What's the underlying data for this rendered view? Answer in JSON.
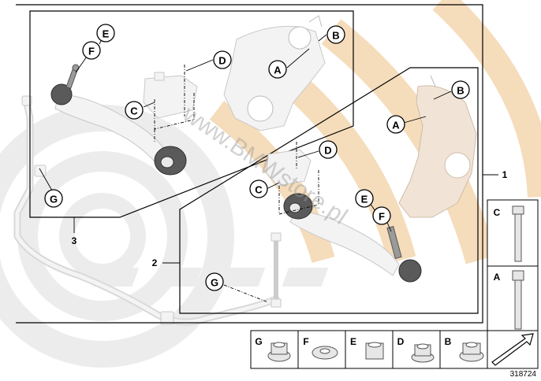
{
  "diagram": {
    "watermark": "www.BMWstore.pl",
    "reference_number": "318724",
    "colors": {
      "accent_orange": "#f3d9b5",
      "ring_gray": "#e8e8e8",
      "line": "#000000"
    },
    "assembly_numbers": [
      {
        "id": "num-1",
        "label": "1"
      },
      {
        "id": "num-2",
        "label": "2"
      },
      {
        "id": "num-3",
        "label": "3"
      }
    ],
    "callouts_top": [
      {
        "id": "top-E",
        "label": "E"
      },
      {
        "id": "top-F",
        "label": "F"
      },
      {
        "id": "top-D",
        "label": "D"
      },
      {
        "id": "top-C",
        "label": "C"
      },
      {
        "id": "top-A",
        "label": "A"
      },
      {
        "id": "top-B",
        "label": "B"
      },
      {
        "id": "top-G",
        "label": "G"
      }
    ],
    "callouts_mid": [
      {
        "id": "mid-B",
        "label": "B"
      },
      {
        "id": "mid-A",
        "label": "A"
      },
      {
        "id": "mid-D",
        "label": "D"
      },
      {
        "id": "mid-C",
        "label": "C"
      },
      {
        "id": "mid-E",
        "label": "E"
      },
      {
        "id": "mid-F",
        "label": "F"
      },
      {
        "id": "mid-G",
        "label": "G"
      }
    ],
    "bolt_legend": [
      {
        "id": "bolt-C",
        "label": "C"
      },
      {
        "id": "bolt-A",
        "label": "A"
      }
    ],
    "nut_legend": [
      {
        "id": "nut-G",
        "label": "G"
      },
      {
        "id": "nut-F",
        "label": "F"
      },
      {
        "id": "nut-E",
        "label": "E"
      },
      {
        "id": "nut-D",
        "label": "D"
      },
      {
        "id": "nut-B",
        "label": "B"
      }
    ]
  }
}
